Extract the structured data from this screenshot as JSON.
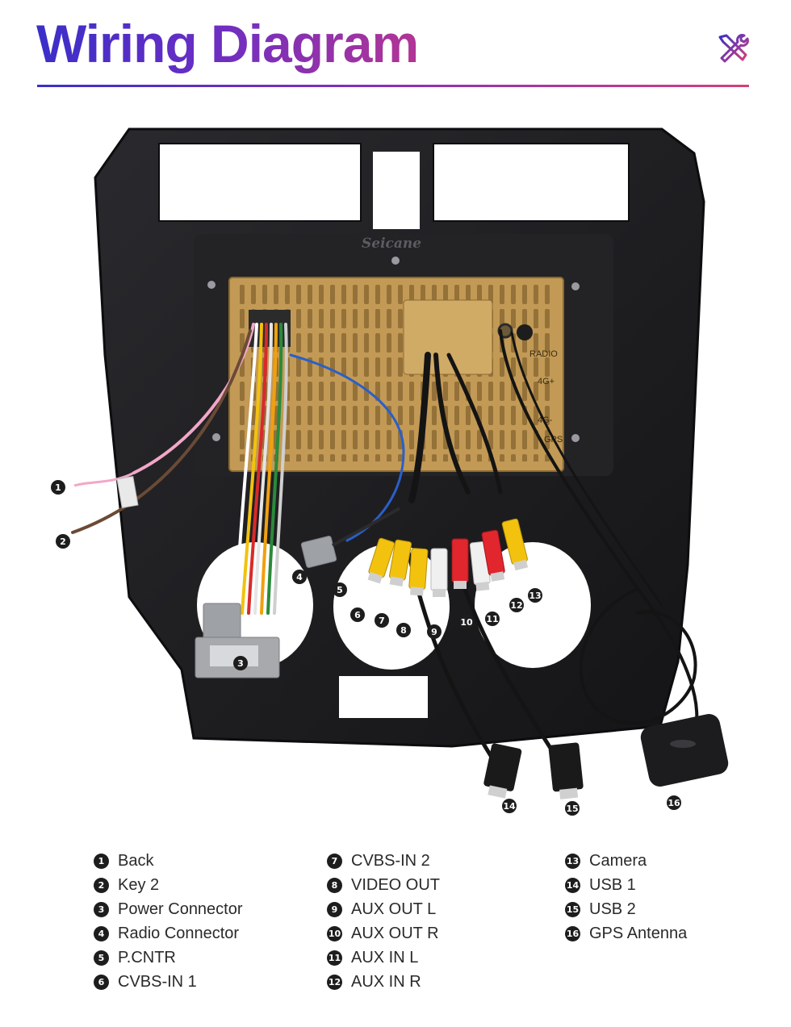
{
  "header": {
    "title": "Wiring Diagram",
    "icon": "tools-icon"
  },
  "diagram": {
    "brand_watermark": "Seicane",
    "unit_labels": [
      "RADIO",
      "4G+",
      "4G-",
      "GPS"
    ],
    "callouts": [
      "1",
      "2",
      "3",
      "4",
      "5",
      "6",
      "7",
      "8",
      "9",
      "10",
      "11",
      "12",
      "13",
      "14",
      "15",
      "16"
    ],
    "colors": {
      "frame": "#1a1a1c",
      "chassis": "#c29a55",
      "rca_yellow": "#f2c20f",
      "rca_white": "#f0f0f0",
      "rca_red": "#e1262e",
      "harness": "#a7a9ac"
    }
  },
  "legend": {
    "columns": [
      [
        {
          "num": "1",
          "label": "Back"
        },
        {
          "num": "2",
          "label": "Key 2"
        },
        {
          "num": "3",
          "label": "Power Connector"
        },
        {
          "num": "4",
          "label": "Radio Connector"
        },
        {
          "num": "5",
          "label": "P.CNTR"
        },
        {
          "num": "6",
          "label": "CVBS-IN 1"
        }
      ],
      [
        {
          "num": "7",
          "label": "CVBS-IN 2"
        },
        {
          "num": "8",
          "label": "VIDEO OUT"
        },
        {
          "num": "9",
          "label": "AUX OUT L"
        },
        {
          "num": "10",
          "label": "AUX OUT R"
        },
        {
          "num": "11",
          "label": "AUX IN L"
        },
        {
          "num": "12",
          "label": "AUX IN R"
        }
      ],
      [
        {
          "num": "13",
          "label": "Camera"
        },
        {
          "num": "14",
          "label": "USB 1"
        },
        {
          "num": "15",
          "label": "USB 2"
        },
        {
          "num": "16",
          "label": "GPS Antenna"
        }
      ]
    ]
  }
}
